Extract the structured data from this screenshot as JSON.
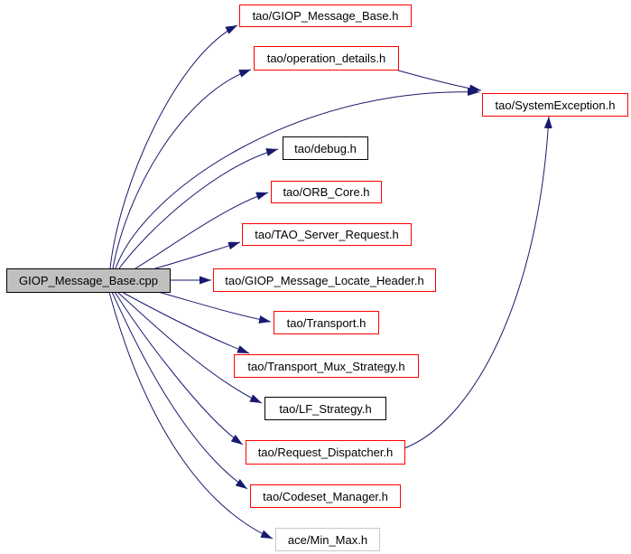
{
  "diagram": {
    "type": "include-dependency-graph",
    "source_node": {
      "id": "src",
      "label": "GIOP_Message_Base.cpp"
    },
    "nodes": [
      {
        "id": "tao-giop-message-base-h",
        "label": "tao/GIOP_Message_Base.h",
        "style": "linked"
      },
      {
        "id": "tao-operation-details-h",
        "label": "tao/operation_details.h",
        "style": "linked"
      },
      {
        "id": "tao-systemexception-h",
        "label": "tao/SystemException.h",
        "style": "linked"
      },
      {
        "id": "tao-debug-h",
        "label": "tao/debug.h",
        "style": "plain"
      },
      {
        "id": "tao-orb-core-h",
        "label": "tao/ORB_Core.h",
        "style": "linked"
      },
      {
        "id": "tao-tao-server-request-h",
        "label": "tao/TAO_Server_Request.h",
        "style": "linked"
      },
      {
        "id": "tao-giop-message-locate-header-h",
        "label": "tao/GIOP_Message_Locate_Header.h",
        "style": "linked"
      },
      {
        "id": "tao-transport-h",
        "label": "tao/Transport.h",
        "style": "linked"
      },
      {
        "id": "tao-transport-mux-strategy-h",
        "label": "tao/Transport_Mux_Strategy.h",
        "style": "linked"
      },
      {
        "id": "tao-lf-strategy-h",
        "label": "tao/LF_Strategy.h",
        "style": "plain"
      },
      {
        "id": "tao-request-dispatcher-h",
        "label": "tao/Request_Dispatcher.h",
        "style": "linked"
      },
      {
        "id": "tao-codeset-manager-h",
        "label": "tao/Codeset_Manager.h",
        "style": "linked"
      },
      {
        "id": "ace-min-max-h",
        "label": "ace/Min_Max.h",
        "style": "external"
      }
    ],
    "edges": [
      {
        "from": "GIOP_Message_Base.cpp",
        "to": "tao/GIOP_Message_Base.h"
      },
      {
        "from": "GIOP_Message_Base.cpp",
        "to": "tao/operation_details.h"
      },
      {
        "from": "GIOP_Message_Base.cpp",
        "to": "tao/SystemException.h"
      },
      {
        "from": "GIOP_Message_Base.cpp",
        "to": "tao/debug.h"
      },
      {
        "from": "GIOP_Message_Base.cpp",
        "to": "tao/ORB_Core.h"
      },
      {
        "from": "GIOP_Message_Base.cpp",
        "to": "tao/TAO_Server_Request.h"
      },
      {
        "from": "GIOP_Message_Base.cpp",
        "to": "tao/GIOP_Message_Locate_Header.h"
      },
      {
        "from": "GIOP_Message_Base.cpp",
        "to": "tao/Transport.h"
      },
      {
        "from": "GIOP_Message_Base.cpp",
        "to": "tao/Transport_Mux_Strategy.h"
      },
      {
        "from": "GIOP_Message_Base.cpp",
        "to": "tao/LF_Strategy.h"
      },
      {
        "from": "GIOP_Message_Base.cpp",
        "to": "tao/Request_Dispatcher.h"
      },
      {
        "from": "GIOP_Message_Base.cpp",
        "to": "tao/Codeset_Manager.h"
      },
      {
        "from": "GIOP_Message_Base.cpp",
        "to": "ace/Min_Max.h"
      },
      {
        "from": "tao/operation_details.h",
        "to": "tao/SystemException.h"
      },
      {
        "from": "tao/Request_Dispatcher.h",
        "to": "tao/SystemException.h"
      }
    ],
    "colors": {
      "background": "#ffffff",
      "edge": "#191970",
      "border_linked": "#ff0000",
      "border_plain": "#000000",
      "border_external": "#c8c8c8",
      "source_fill": "#c0c0c0",
      "node_fill": "#ffffff",
      "text": "#000000"
    }
  }
}
